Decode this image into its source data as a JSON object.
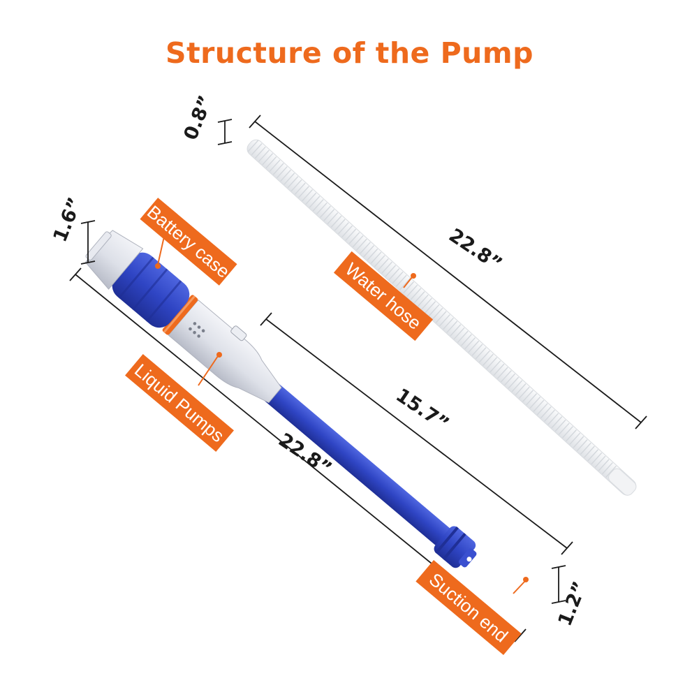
{
  "title": "Structure of the Pump",
  "colors": {
    "accent": "#ee6a1d",
    "pump_blue": "#2f45c4",
    "pump_grey": "#dde0e8",
    "hose": "#eef0f2",
    "dimension_line": "#1a1a1a"
  },
  "labels": {
    "battery_case": "Battery case",
    "water_hose": "Water hose",
    "liquid_pumps": "Liquid Pumps",
    "suction_end": "Suction end"
  },
  "dimensions": {
    "hose_diameter": "0.8”",
    "hose_length": "22.8”",
    "pump_diameter": "1.6”",
    "pump_total_length": "22.8”",
    "tube_length": "15.7”",
    "suction_diameter": "1.2”"
  }
}
